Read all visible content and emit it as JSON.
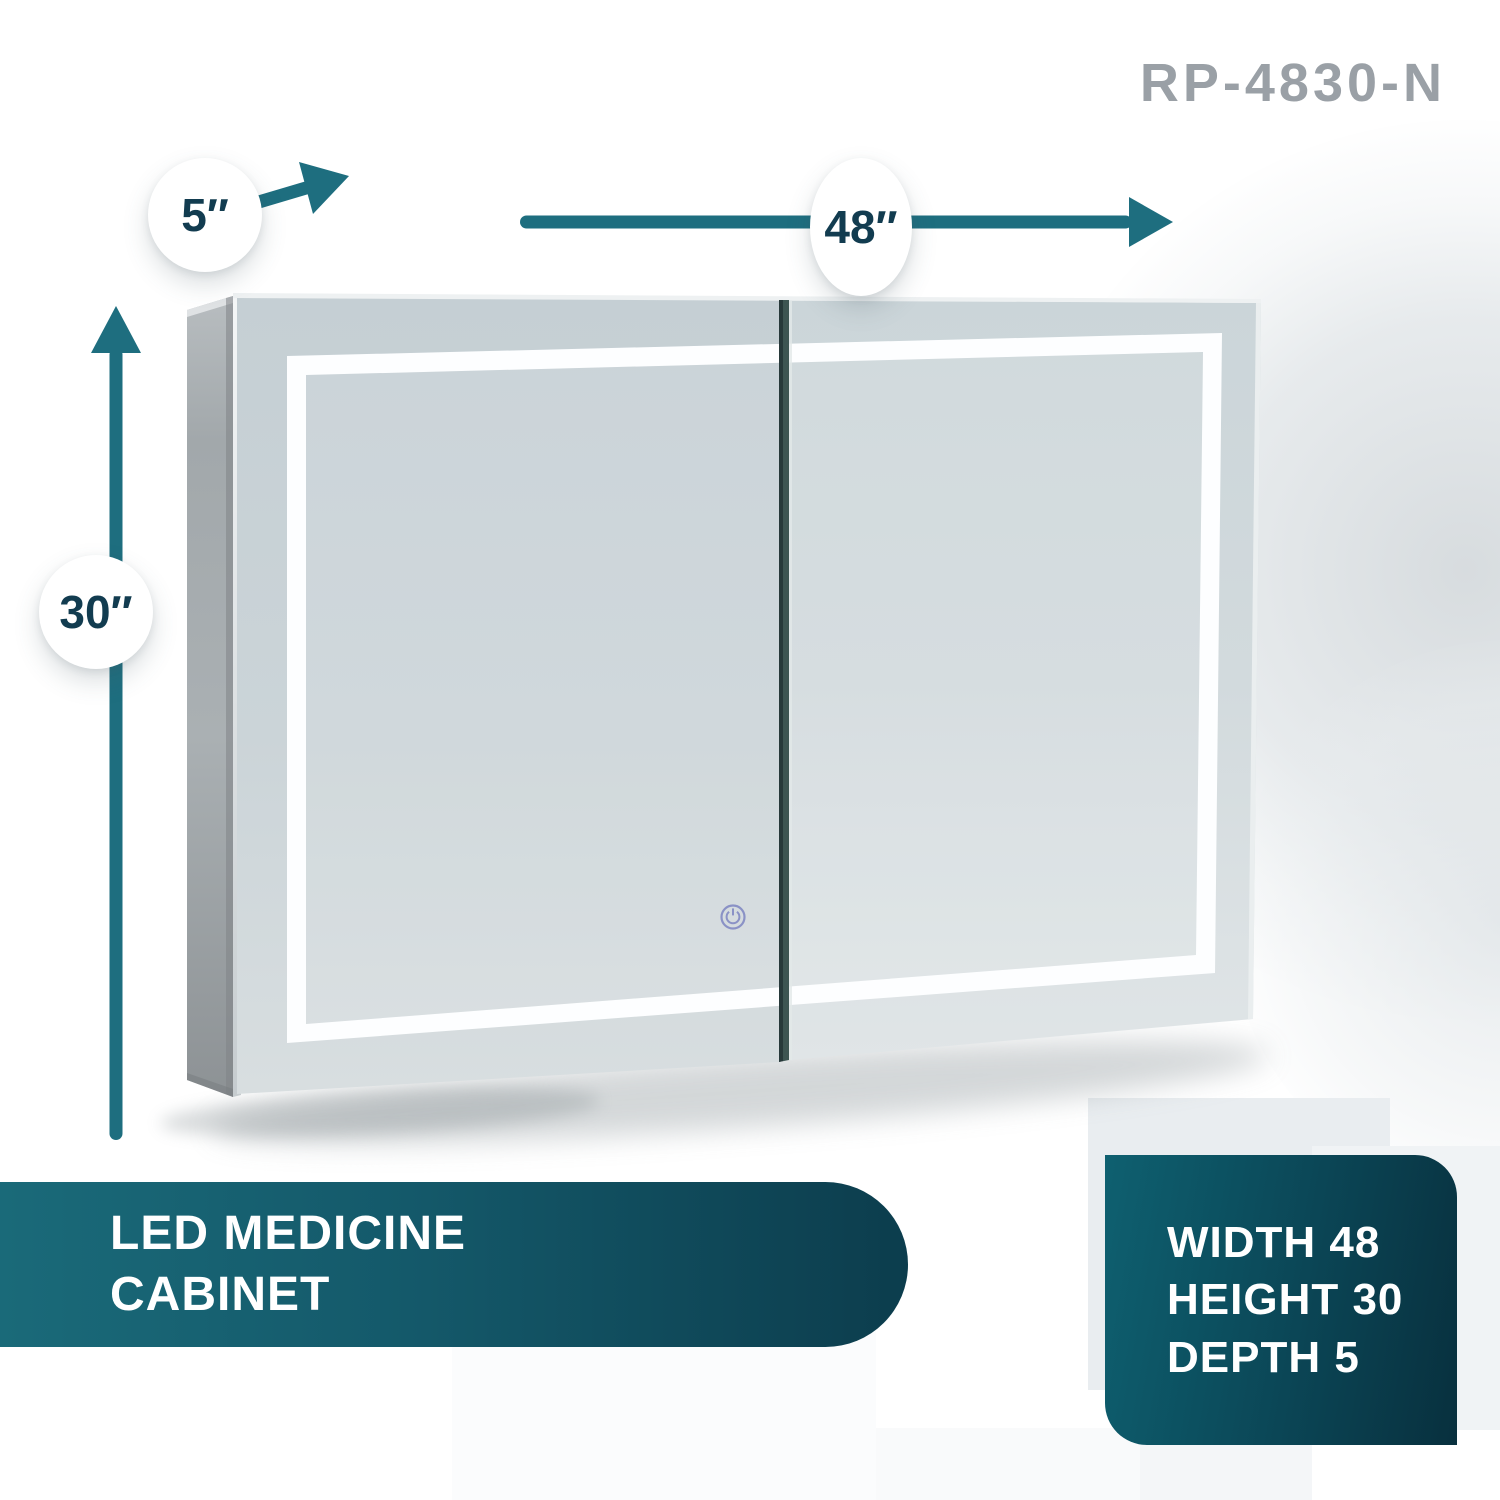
{
  "product_code": "RP-4830-N",
  "dimensions": {
    "width": {
      "label": "48″"
    },
    "height": {
      "label": "30″"
    },
    "depth": {
      "label": "5″"
    }
  },
  "banner": {
    "line1": "LED MEDICINE",
    "line2": "CABINET"
  },
  "specs": {
    "lines": [
      "WIDTH 48",
      "HEIGHT 30",
      "DEPTH 5"
    ]
  },
  "colors": {
    "arrow_teal": "#1e6e7f",
    "badge_text": "#123c50",
    "product_code_gray": "#9aa0a6",
    "banner_gradient_start": "#1a6a79",
    "banner_gradient_end": "#0c3d4d",
    "spec_gradient_start": "#0e6070",
    "spec_gradient_end": "#08303e",
    "led_white": "#fdfeff",
    "touch_icon_blue": "#7e86c2",
    "mirror_light_gray": "#ccd5d9",
    "side_panel_gray": "#a3a9ac"
  }
}
